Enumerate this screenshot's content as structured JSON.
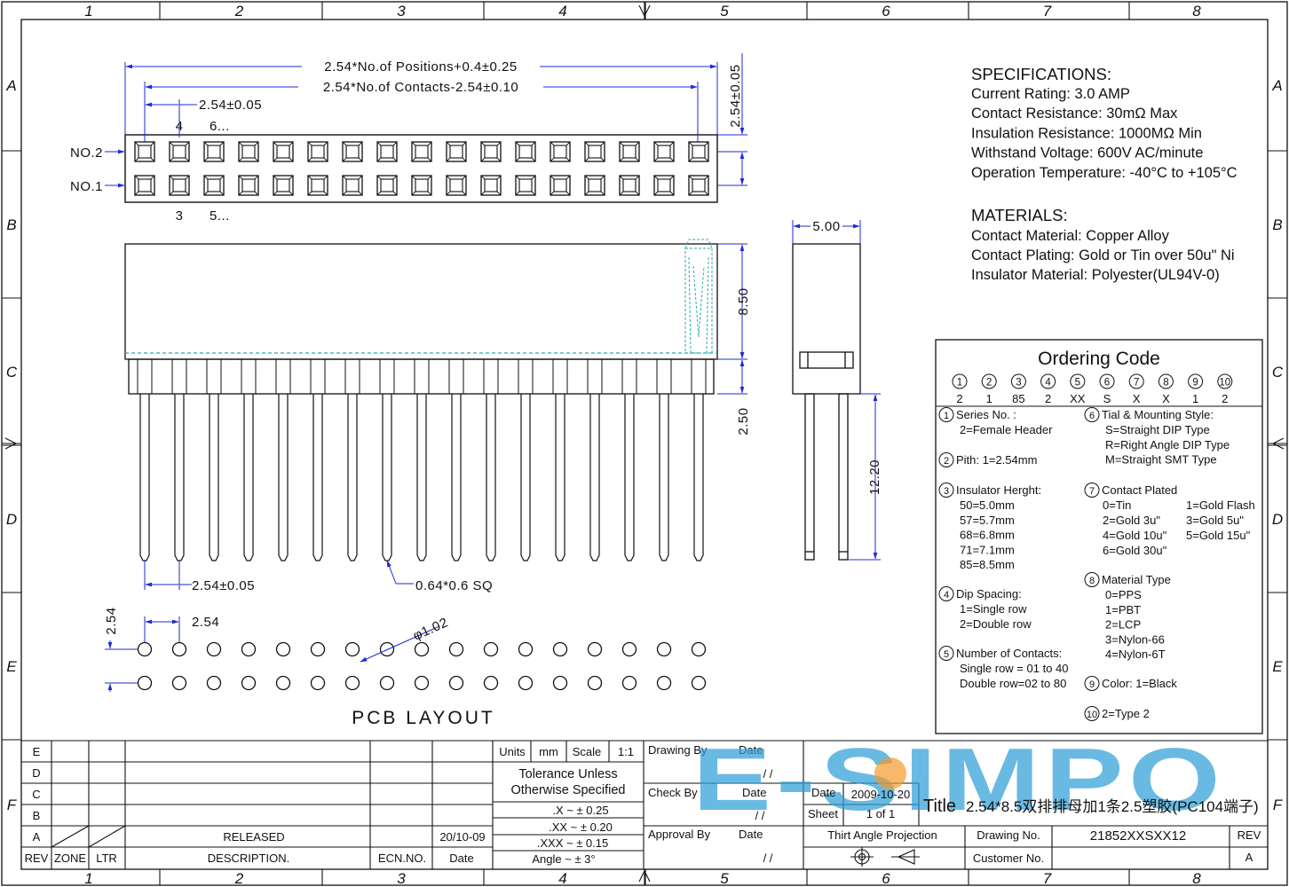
{
  "grid": {
    "columns": [
      "1",
      "2",
      "3",
      "4",
      "5",
      "6",
      "7",
      "8"
    ],
    "rows": [
      "A",
      "B",
      "C",
      "D",
      "E",
      "F"
    ]
  },
  "dimensions": {
    "overall": "2.54*No.of Positions+0.4±0.25",
    "contacts": "2.54*No.of Contacts-2.54±0.10",
    "pitch_top": "2.54±0.05",
    "height_right": "2.54±0.05",
    "label_no2": "NO.2",
    "label_no1": "NO.1",
    "pin_4": "4",
    "pin_6": "6...",
    "pin_3": "3",
    "pin_5": "5...",
    "body_height": "8.50",
    "tail_2_50": "2.50",
    "width_5_00": "5.00",
    "tail_12_20": "12.20",
    "pitch_bottom": "2.54±0.05",
    "pin_section": "0.64*0.6 SQ",
    "pcb_2_54_v": "2.54",
    "pcb_2_54_h": "2.54",
    "hole_dia": "φ1.02",
    "pcb_title": "PCB LAYOUT"
  },
  "specs": {
    "heading": "SPECIFICATIONS:",
    "lines": [
      "Current Rating: 3.0 AMP",
      "Contact Resistance: 30mΩ Max",
      "Insulation Resistance: 1000MΩ Min",
      "Withstand Voltage: 600V AC/minute",
      "Operation Temperature: -40°C to +105°C"
    ]
  },
  "materials": {
    "heading": "MATERIALS:",
    "lines": [
      "Contact Material: Copper Alloy",
      "Contact Plating: Gold or Tin over 50u\" Ni",
      "Insulator Material: Polyester(UL94V-0)"
    ]
  },
  "ordering": {
    "title": "Ordering  Code",
    "nums": [
      "1",
      "2",
      "3",
      "4",
      "5",
      "6",
      "7",
      "8",
      "9",
      "10"
    ],
    "vals": [
      "2",
      "1",
      "85",
      "2",
      "XX",
      "S",
      "X",
      "X",
      "1",
      "2"
    ],
    "left": [
      {
        "n": "1",
        "text": "Series  No. :",
        "sub": [
          "2=Female Header"
        ]
      },
      {
        "n": "2",
        "text": "Pith: 1=2.54mm",
        "sub": []
      },
      {
        "n": "3",
        "text": "Insulator Herght:",
        "sub": [
          "50=5.0mm",
          "57=5.7mm",
          "68=6.8mm",
          "71=7.1mm",
          "85=8.5mm"
        ]
      },
      {
        "n": "4",
        "text": "Dip Spacing:",
        "sub": [
          "1=Single  row",
          "2=Double  row"
        ]
      },
      {
        "n": "5",
        "text": "Number  of  Contacts:",
        "sub": [
          "Single row = 01 to 40",
          "Double  row=02 to 80"
        ]
      }
    ],
    "right": [
      {
        "n": "6",
        "text": "Tial & Mounting Style:",
        "sub": [
          "S=Straight  DIP Type",
          "R=Right Angle DIP Type",
          "M=Straight SMT Type"
        ]
      },
      {
        "n": "7",
        "text": "Contact  Plated",
        "sub": []
      },
      {
        "n": "8",
        "text": "Material  Type",
        "sub": [
          "0=PPS",
          "1=PBT",
          "2=LCP",
          "3=Nylon-66",
          "4=Nylon-6T"
        ]
      },
      {
        "n": "9",
        "text": "Color: 1=Black",
        "sub": []
      },
      {
        "n": "10",
        "text": "2=Type 2",
        "sub": []
      }
    ],
    "plating": [
      [
        "0=Tin",
        "1=Gold Flash"
      ],
      [
        "2=Gold  3u\"",
        "3=Gold  5u\""
      ],
      [
        "4=Gold 10u\"",
        "5=Gold 15u\""
      ],
      [
        "6=Gold  30u\"",
        ""
      ]
    ]
  },
  "titleblock": {
    "rev_rows": [
      "E",
      "D",
      "C",
      "B",
      "A"
    ],
    "released": "RELEASED",
    "rel_date": "20/10-09",
    "h_rev": "REV",
    "h_zone": "ZONE",
    "h_ltr": "LTR",
    "h_desc": "DESCRIPTION.",
    "h_ecn": "ECN.NO.",
    "h_date": "Date",
    "units_lbl": "Units",
    "units": "mm",
    "scale_lbl": "Scale",
    "scale": "1:1",
    "tol1": "Tolerance Unless",
    "tol2": "Otherwise Specified",
    "tol_x": ".X  ~  ±  0.25",
    "tol_xx": ".XX  ~  ±  0.20",
    "tol_xxx": ".XXX  ~  ±  0.15",
    "tol_ang": "Angle  ~  ±  3°",
    "drawing_by": "Drawing By",
    "check_by": "Check   By",
    "approval_by": "Approval By",
    "date_lbl": "Date",
    "slash": "/   /",
    "logo": "E-SIMPO",
    "date_hdr": "Date",
    "date_val": "2009-10-20",
    "sheet_hdr": "Sheet",
    "sheet_val": "1 of 1",
    "title_lbl": "Title",
    "title_val": "2.54*8.5双排排母加1条2.5塑胶(PC104端子)",
    "projection": "Thirt Angle Projection",
    "drawing_no_lbl": "Drawing No.",
    "drawing_no": "21852XXSXX12",
    "rev_lbl": "REV",
    "rev_val": "A",
    "customer_no_lbl": "Customer No."
  },
  "colors": {
    "line": "#111111",
    "dim": "#1f2ad6",
    "teal": "#2aa9b3",
    "logo_blue": "#2f9fd8",
    "logo_orange": "#f39a2a"
  }
}
